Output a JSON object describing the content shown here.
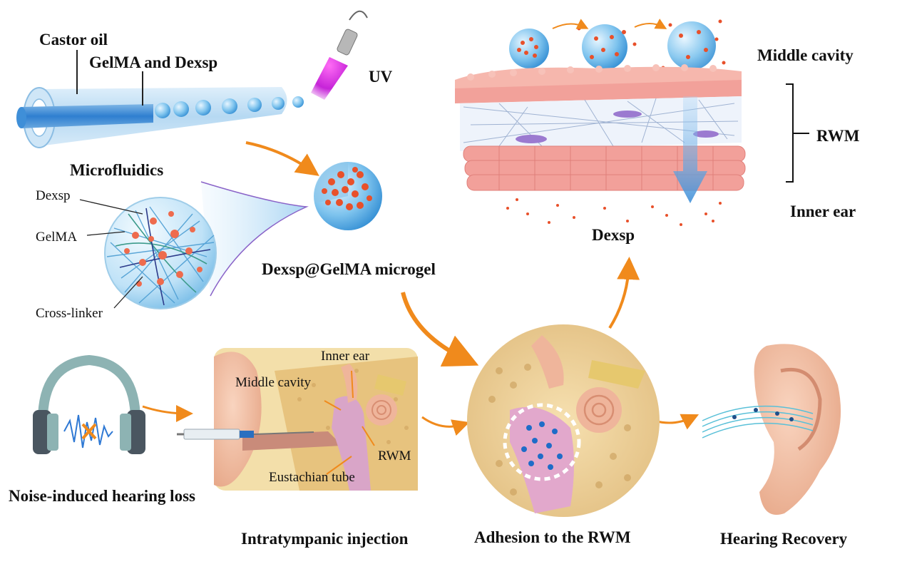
{
  "microfluidics": {
    "castor_oil": "Castor oil",
    "gelma_dexsp": "GelMA and Dexsp",
    "uv": "UV",
    "title": "Microfluidics"
  },
  "microgel_detail": {
    "dexsp": "Dexsp",
    "gelma": "GelMA",
    "cross_linker": "Cross-linker",
    "title": "Dexsp@GelMA microgel"
  },
  "membrane": {
    "middle_cavity": "Middle cavity",
    "rwm": "RWM",
    "inner_ear": "Inner ear",
    "dexsp": "Dexsp"
  },
  "ear_anatomy": {
    "inner_ear": "Inner ear",
    "middle_cavity": "Middle cavity",
    "rwm": "RWM",
    "eustachian_tube": "Eustachian tube"
  },
  "steps": {
    "noise": "Noise-induced hearing loss",
    "injection": "Intratympanic injection",
    "adhesion": "Adhesion to the RWM",
    "recovery": "Hearing Recovery"
  },
  "colors": {
    "arrow": "#f08a1c",
    "tissue": "#f2a19a",
    "gel": "#8ec9ec",
    "drug": "#e8502a",
    "bone": "#e9c98a"
  }
}
